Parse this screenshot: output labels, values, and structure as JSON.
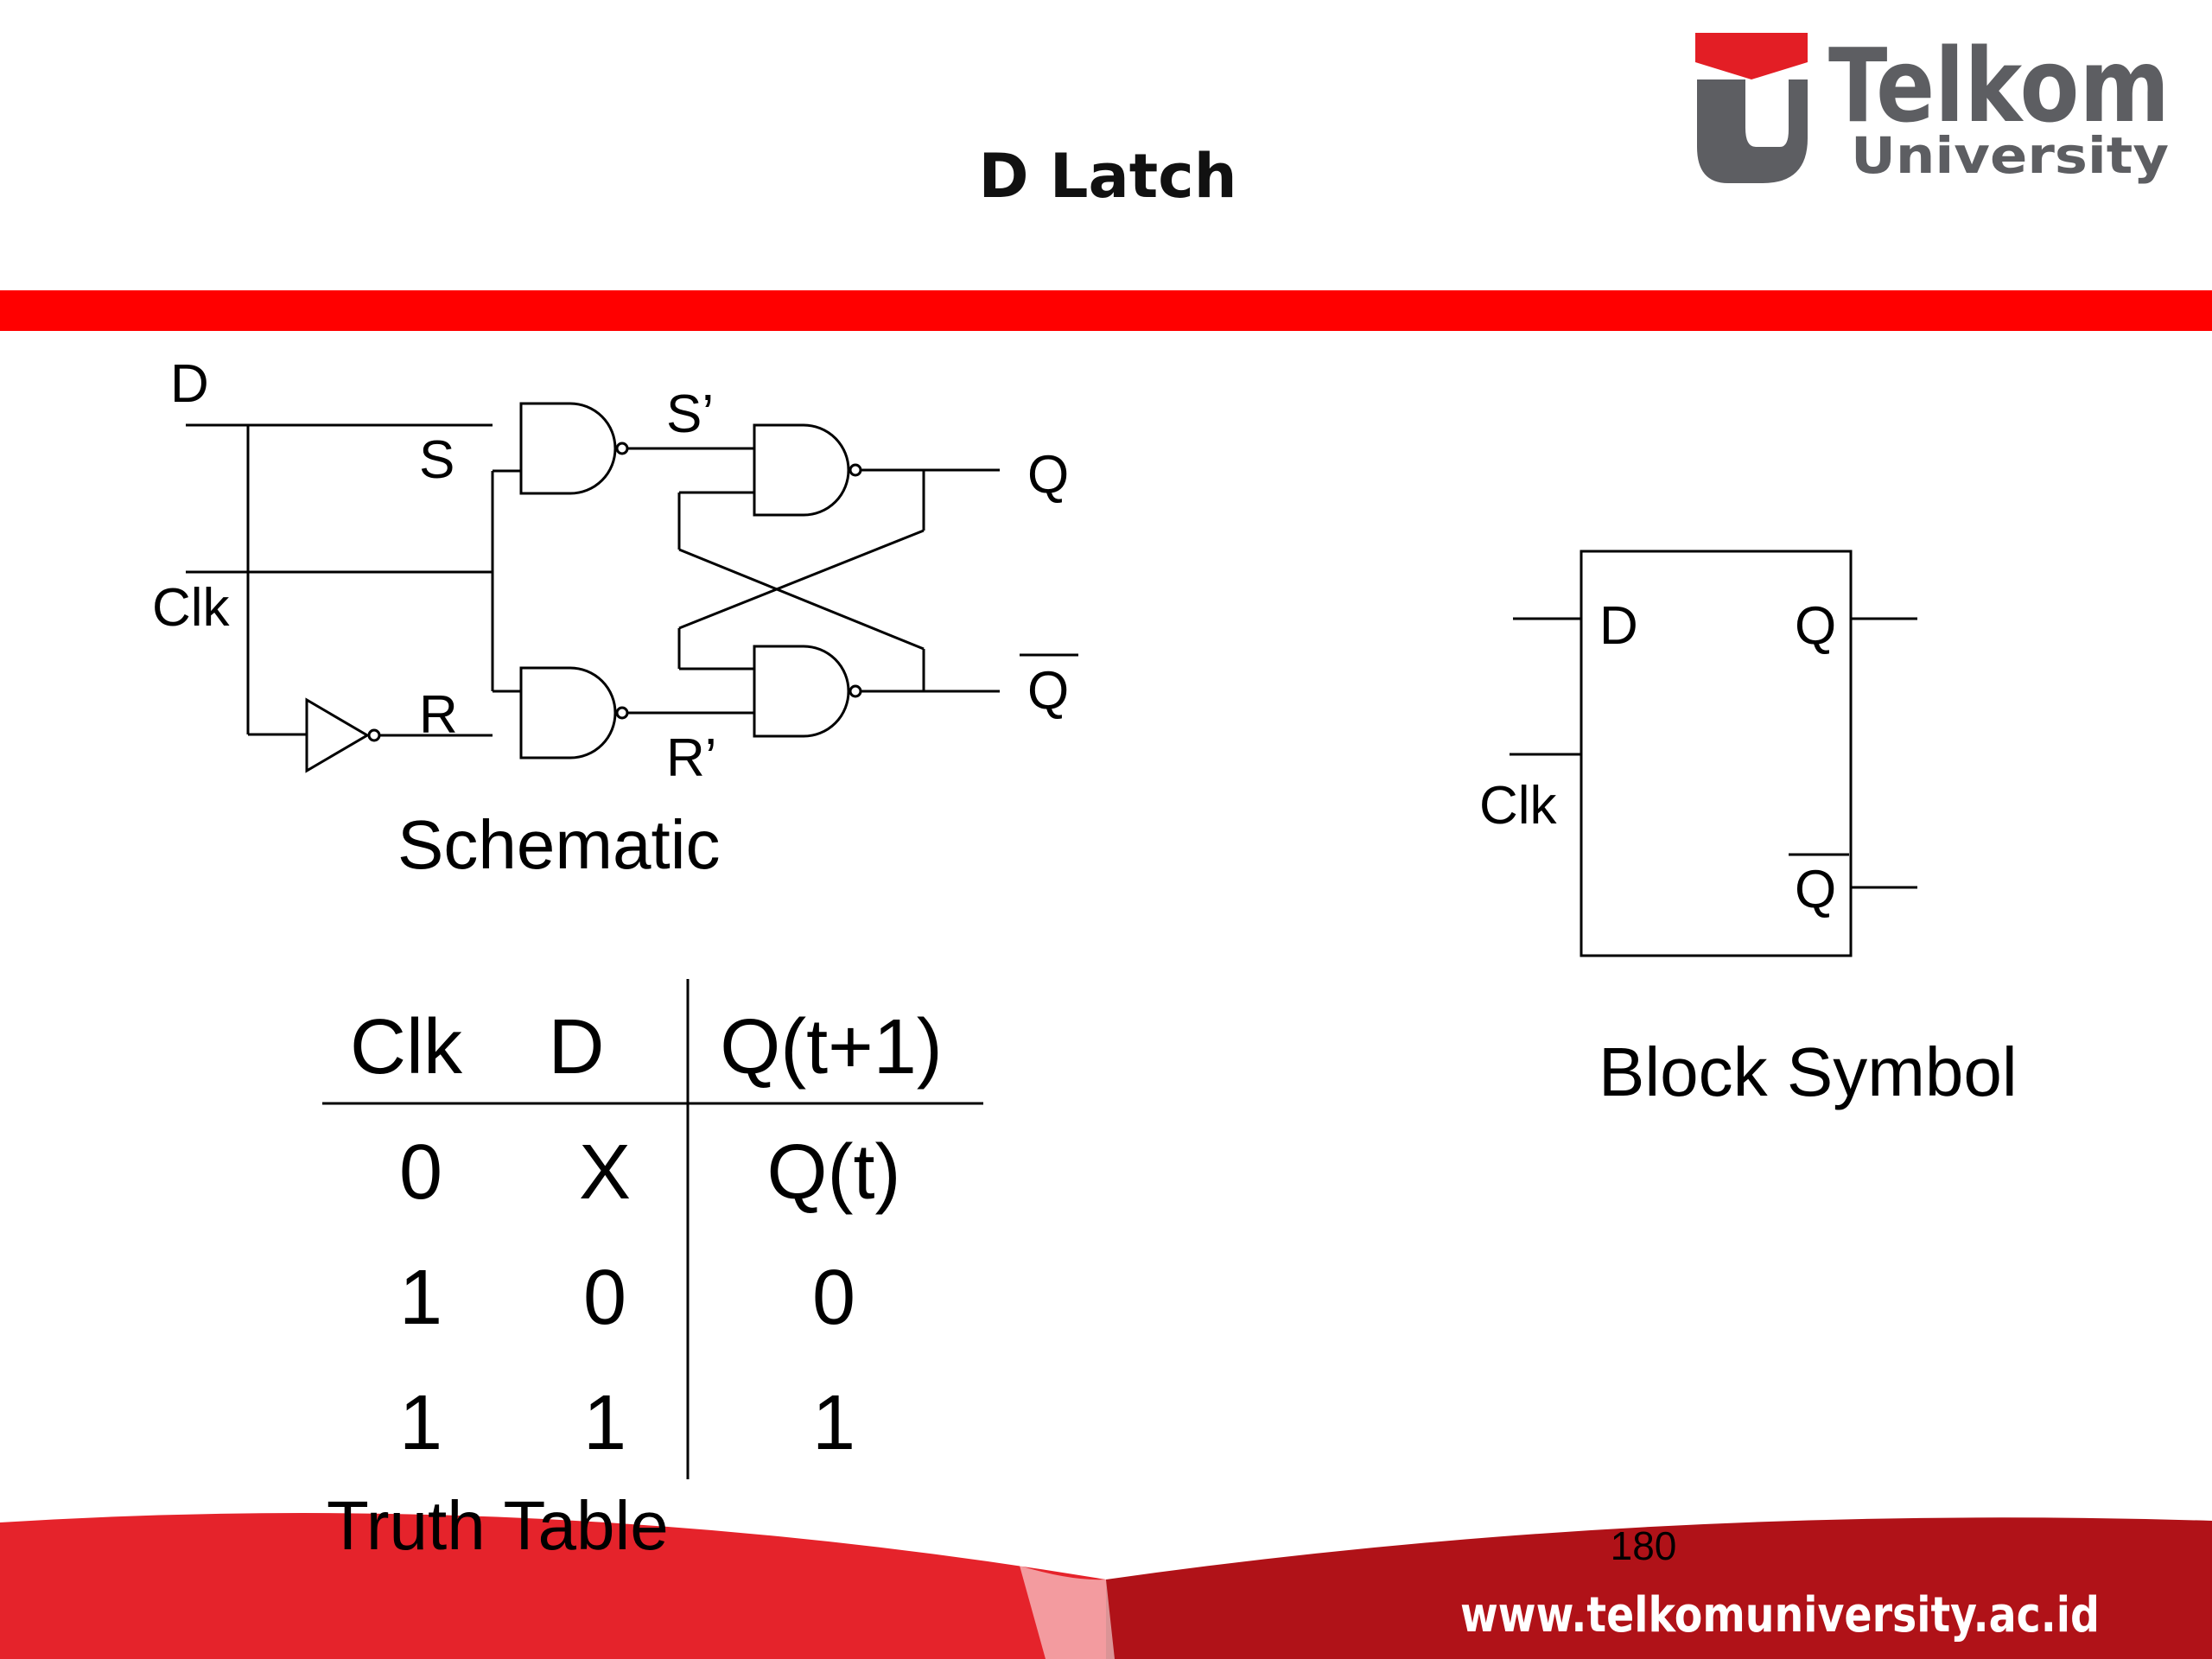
{
  "slide": {
    "title": "D Latch",
    "page_number": "180",
    "footer_url": "www.telkomuniversity.ac.id"
  },
  "logo": {
    "brand_line1": "Telkom",
    "brand_line2": "University"
  },
  "schematic": {
    "caption": "Schematic",
    "labels": {
      "d": "D",
      "clk": "Clk",
      "s": "S",
      "r": "R",
      "s_prime": "S’",
      "r_prime": "R’",
      "q": "Q",
      "q_bar": "Q"
    }
  },
  "block_symbol": {
    "caption": "Block Symbol",
    "labels": {
      "d": "D",
      "clk": "Clk",
      "q": "Q",
      "q_bar": "Q"
    }
  },
  "truth_table": {
    "caption": "Truth Table",
    "headers": [
      "Clk",
      "D",
      "Q(t+1)"
    ],
    "rows": [
      [
        "0",
        "X",
        "Q(t)"
      ],
      [
        "1",
        "0",
        "0"
      ],
      [
        "1",
        "1",
        "1"
      ]
    ]
  },
  "colors": {
    "accent_red": "#ff0000",
    "footer_red": "#e5232b",
    "footer_dark_red": "#b01218",
    "logo_gray": "#5d5e62",
    "logo_red": "#e31e25"
  }
}
